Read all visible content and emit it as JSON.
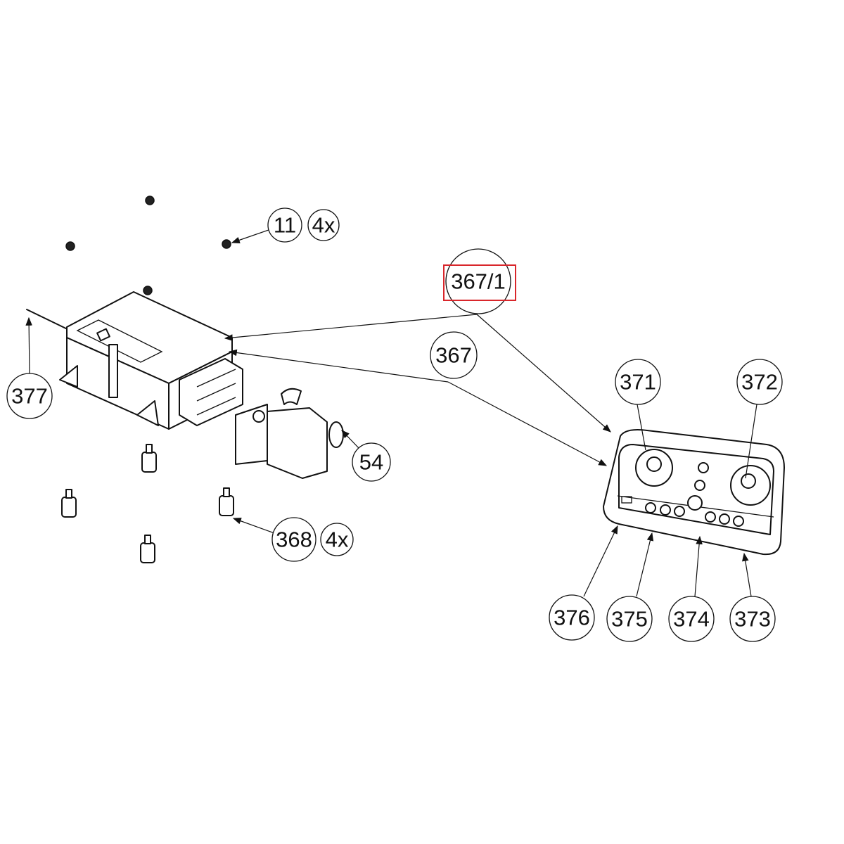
{
  "diagram": {
    "highlight_color": "#d9262b",
    "callouts": {
      "c11": "11",
      "c11_qty": "4x",
      "c367_1": "367/1",
      "c367": "367",
      "c377": "377",
      "c54": "54",
      "c368": "368",
      "c368_qty": "4x",
      "c371": "371",
      "c372": "372",
      "c376": "376",
      "c375": "375",
      "c374": "374",
      "c373": "373"
    }
  }
}
